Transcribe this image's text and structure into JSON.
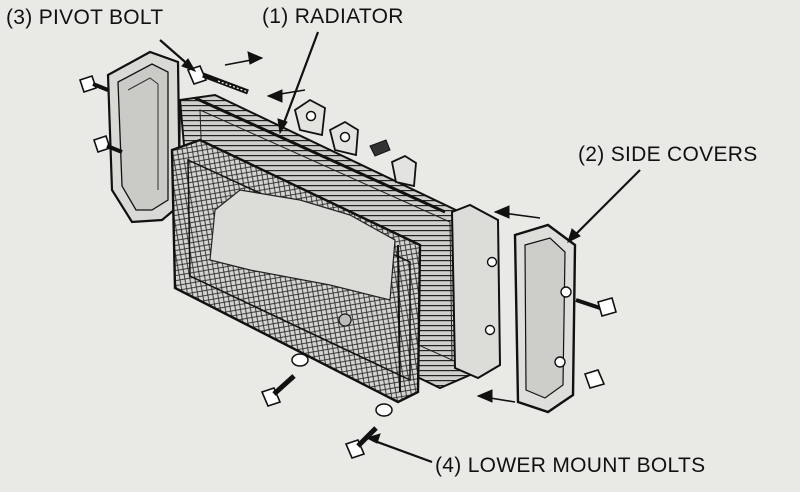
{
  "callouts": {
    "pivot_bolt": "(3) PIVOT BOLT",
    "radiator": "(1) RADIATOR",
    "side_covers": "(2) SIDE COVERS",
    "lower_mount_bolts": "(4) LOWER MOUNT BOLTS"
  }
}
